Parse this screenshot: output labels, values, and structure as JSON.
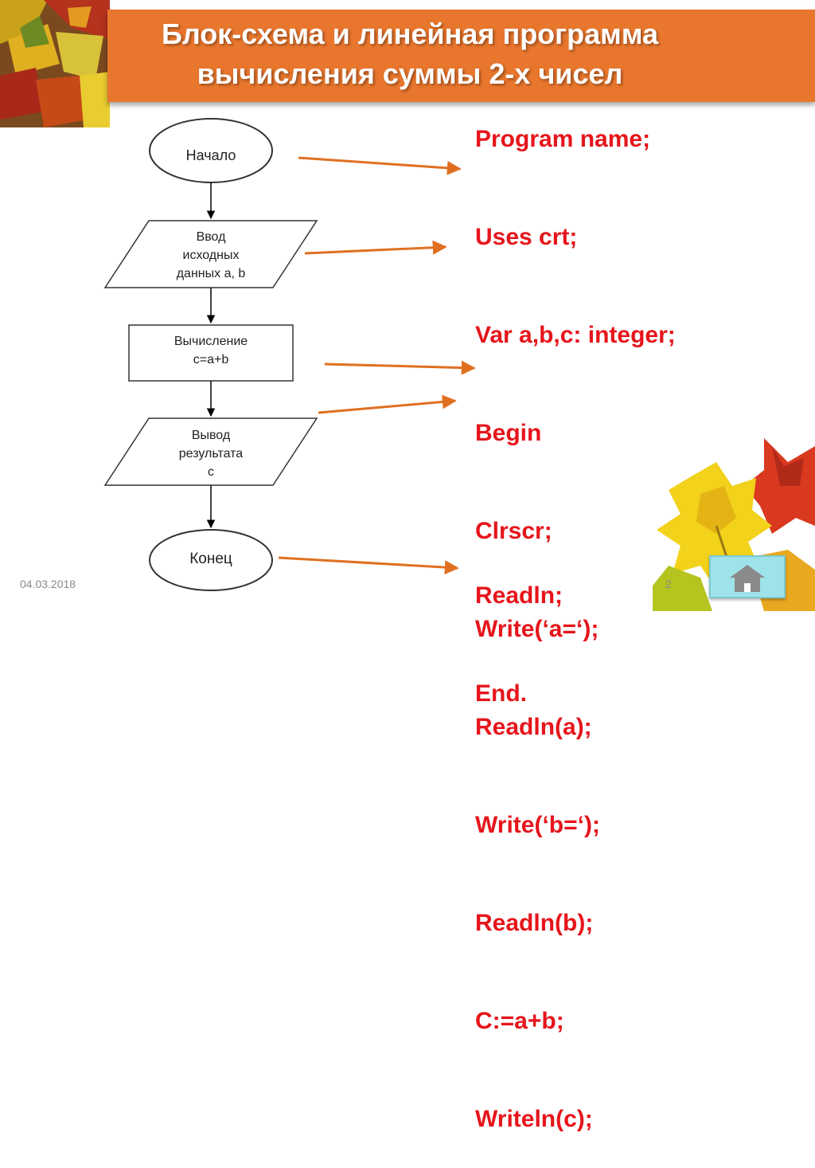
{
  "title": {
    "line1": "Блок-схема и линейная программа",
    "line2": "вычисления суммы 2-х чисел"
  },
  "flowchart": {
    "start": "Начало",
    "input": [
      "Ввод",
      "исходных",
      "данных a, b"
    ],
    "process": [
      "Вычисление",
      "c=a+b"
    ],
    "output": [
      "Вывод",
      "результата",
      "c"
    ],
    "end": "Конец"
  },
  "code": {
    "lines": [
      "Program name;",
      "Uses crt;",
      "Var a,b,c: integer;",
      "Begin",
      "Clrscr;",
      "Write(‘a=‘);",
      "Readln(a);",
      "Write(‘b=‘);",
      "Readln(b);",
      "C:=a+b;",
      "Writeln(c);"
    ],
    "tail": [
      "Readln;",
      "End."
    ]
  },
  "footer": {
    "date": "04.03.2018",
    "page": "2"
  },
  "icons": {
    "home": "home-icon"
  },
  "colors": {
    "title_bar": "#e8762d",
    "code_text": "#e6151b",
    "arrow": "#e07020"
  }
}
